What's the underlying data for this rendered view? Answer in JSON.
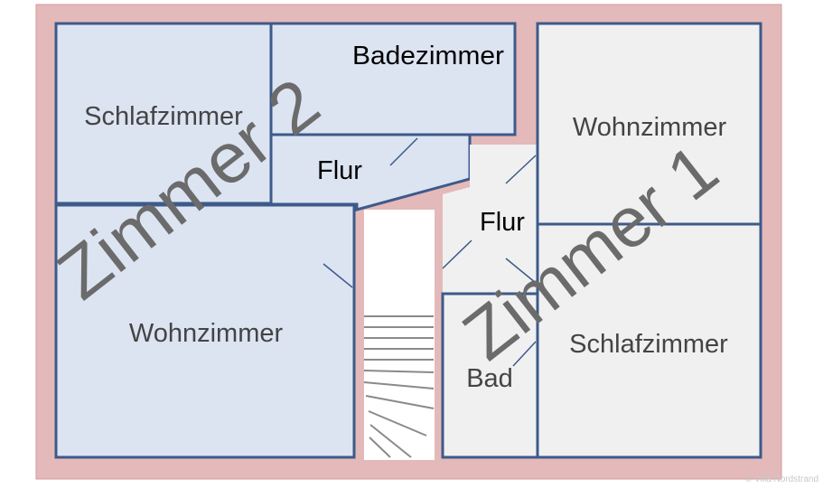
{
  "plan": {
    "colors": {
      "wall": "#e4b9b9",
      "wall_edge": "#d29a9a",
      "room_left": "#dce4f2",
      "room_right": "#f0f0f0",
      "outline": "#3d5a8a",
      "label": "#444444",
      "watermark": "#6b6b6b"
    },
    "rooms": {
      "schlafzimmer_left": "Schlafzimmer",
      "badezimmer": "Badezimmer",
      "flur_left": "Flur",
      "wohnzimmer_left": "Wohnzimmer",
      "wohnzimmer_right": "Wohnzimmer",
      "flur_right": "Flur",
      "schlafzimmer_right": "Schlafzimmer",
      "bad": "Bad"
    },
    "watermarks": {
      "unit_2": "Zimmer 2",
      "unit_1": "Zimmer 1"
    },
    "credit": "© Villa Nordstrand"
  }
}
